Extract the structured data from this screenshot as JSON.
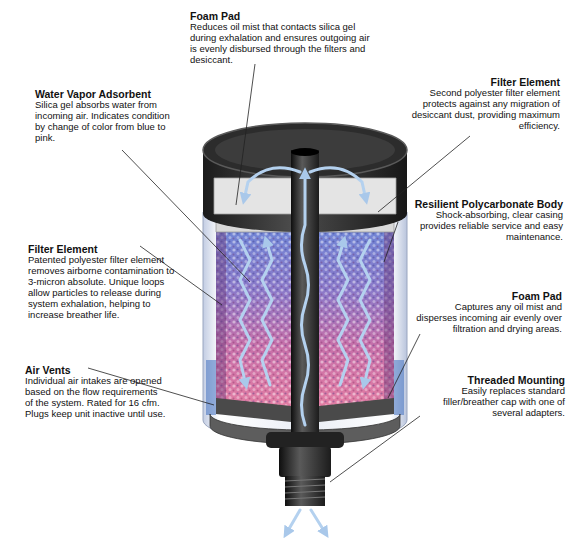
{
  "diagram": {
    "labels": [
      "Foam Pad",
      "Reduces oil mist that contacts silica gel during exhalation and ensures outgoing air is evenly disbursed through the filters and desiccant.",
      "Filter Element",
      "Second polyester filter element protects against any migration of desiccant dust, providing maximum efficiency.",
      "Water Vapor Adsorbent",
      "Silica gel absorbs water from incoming air. Indicates condition by change of color from blue to pink.",
      "Resilient Polycarbonate Body",
      "Shock-absorbing, clear casing provides reliable service and easy maintenance.",
      "Filter Element",
      "Patented polyester filter element removes airborne contamination to 3-micron absolute. Unique loops allow particles to release during system exhalation, helping to increase breather life.",
      "Foam Pad",
      "Captures any oil mist and disperses incoming air evenly over filtration and drying areas.",
      "Air Vents",
      "Individual air intakes are opened based on the flow requirements of the system. Rated for 16 cfm. Plugs keep unit inactive until use.",
      "Threaded Mounting",
      "Easily replaces standard filler/breather cap with one of several adapters."
    ]
  }
}
